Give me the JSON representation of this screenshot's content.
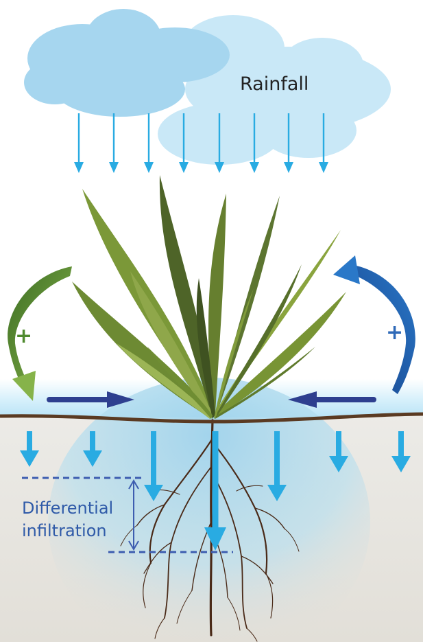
{
  "labels": {
    "rainfall": "Rainfall",
    "differential_line1": "Differential",
    "differential_line2": "infiltration",
    "plus_left": "+",
    "plus_right": "+"
  },
  "colors": {
    "cloud_dark": "#a6d6ef",
    "cloud_light": "#c9e8f7",
    "rain_arrow": "#29abe2",
    "surface_water": "#d8f1fb",
    "flow_arrow": "#2e3f8f",
    "soil_line": "#5a3a22",
    "soil_fill": "#e9e6e1",
    "soil_wet": "#a9d7ec",
    "root": "#4a2a18",
    "feedback_green": "#4f8a2e",
    "feedback_blue": "#1f5fa8",
    "dashed": "#3d5db0",
    "label": "#2f5aa8",
    "rainfall_label": "#222222"
  },
  "icons": {
    "rain": "down-arrow-icon",
    "feedback_left": "curved-arrow-icon",
    "feedback_right": "curved-arrow-icon",
    "surface_flow": "right-arrow-icon"
  }
}
